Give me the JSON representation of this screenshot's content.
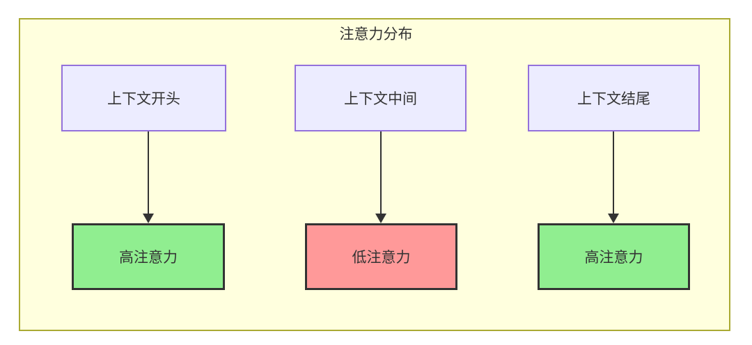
{
  "diagram": {
    "title": "注意力分布",
    "columns": [
      {
        "source": "上下文开头",
        "target": "高注意力",
        "target_type": "high"
      },
      {
        "source": "上下文中间",
        "target": "低注意力",
        "target_type": "low"
      },
      {
        "source": "上下文结尾",
        "target": "高注意力",
        "target_type": "high"
      }
    ],
    "colors": {
      "container_bg": "#ffffde",
      "container_border": "#aaaa33",
      "source_bg": "#ECECFF",
      "source_border": "#9370DB",
      "high_bg": "#90EE90",
      "low_bg": "#FF9999",
      "result_border": "#333333",
      "arrow": "#333333",
      "text": "#333333"
    }
  }
}
